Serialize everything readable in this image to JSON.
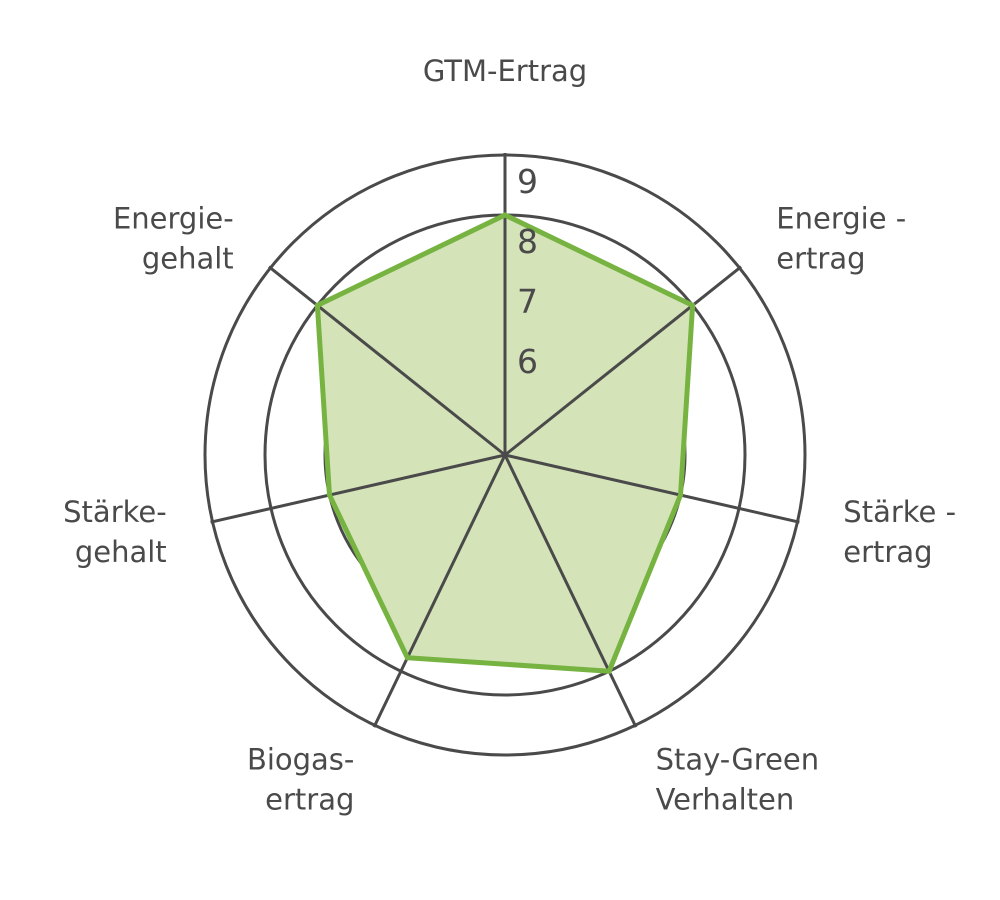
{
  "chart_data": {
    "type": "radar",
    "categories": [
      [
        "GTM-Ertrag"
      ],
      [
        "Energie -",
        "ertrag"
      ],
      [
        "Stärke -",
        "ertrag"
      ],
      [
        "Stay-Green",
        "Verhalten"
      ],
      [
        "Biogas-",
        "ertrag"
      ],
      [
        "Stärke-",
        "gehalt"
      ],
      [
        "Energie-",
        "gehalt"
      ]
    ],
    "radial_ticks": [
      "6",
      "7",
      "8",
      "9"
    ],
    "rlim": [
      4,
      9
    ],
    "series": [
      {
        "values": [
          8,
          8,
          7,
          8,
          7.75,
          7,
          8
        ],
        "line_color": "#76b341",
        "fill_color": "#d5e3b9"
      }
    ],
    "grid_color": "#4a4a4a",
    "grid": true
  }
}
